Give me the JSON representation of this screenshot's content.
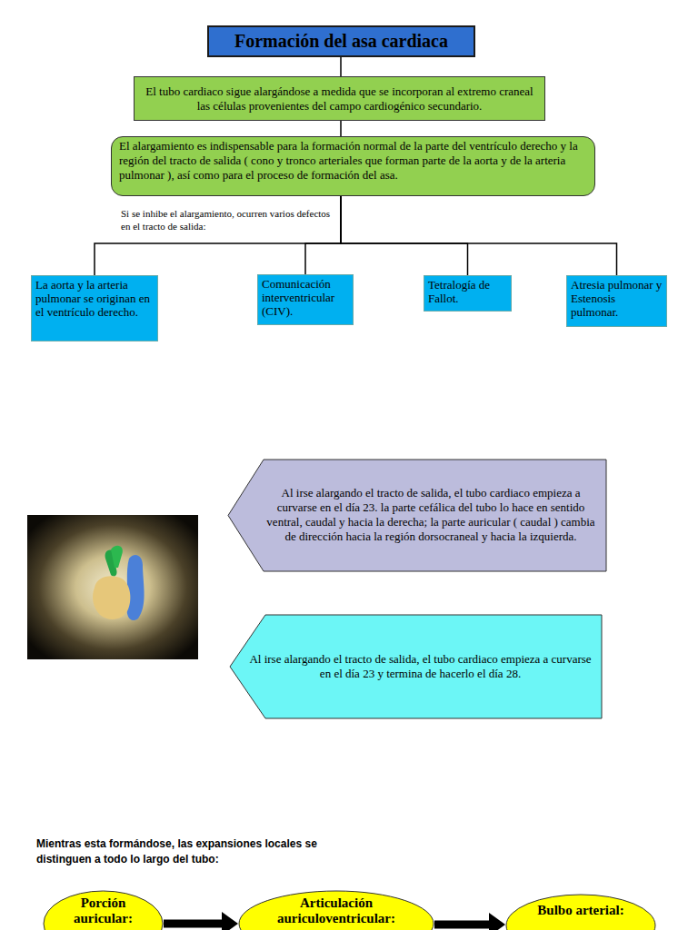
{
  "diagram": {
    "nodes": [
      {
        "text": [
          "Formación del asa cardiaca"
        ]
      },
      {
        "text": [
          "El tubo cardiaco sigue alargándose a medida que se incorporan al extremo craneal las células provenientes del campo cardiogénico secundario."
        ]
      },
      {
        "text": [
          "El alargamiento es indispensable para la formación normal de la parte del ventrículo derecho y la región del tracto de salida ( cono y tronco arteriales que forman parte de la aorta y de la arteria pulmonar ), así como para el proceso de formación del asa."
        ]
      },
      {
        "text": [
          "La aorta y la arteria pulmonar se originan en el ventrículo derecho."
        ]
      },
      {
        "text": [
          "Comunicación interventricular (CIV)."
        ]
      },
      {
        "text": [
          "Tetralogía de Fallot."
        ]
      },
      {
        "text": [
          "Atresia pulmonar y Estenosis pulmonar."
        ]
      },
      {
        "text": [
          "Al irse alargando el tracto de salida, el tubo cardiaco empieza a curvarse en el día 23. la parte cefálica del tubo lo hace en sentido ventral, caudal y hacia la derecha; la parte auricular ( caudal ) cambia de dirección hacia la región dorsocraneal y hacia la izquierda."
        ]
      },
      {
        "text": [
          "Al irse alargando el tracto de salida, el tubo cardiaco empieza a curvarse en el día 23 y termina de hacerlo el día 28."
        ]
      },
      {
        "text": [
          "Porción auricular:"
        ]
      },
      {
        "text": [
          "Articulación auriculoventricular:"
        ]
      },
      {
        "text": [
          "Bulbo arterial:"
        ]
      }
    ],
    "edges": [
      {
        "from": 0,
        "to": 1,
        "arrow": "none"
      },
      {
        "from": 1,
        "to": 2,
        "arrow": "none"
      },
      {
        "from": 2,
        "to": 3,
        "arrow": "none"
      },
      {
        "from": 2,
        "to": 4,
        "arrow": "none"
      },
      {
        "from": 2,
        "to": 5,
        "arrow": "none"
      },
      {
        "from": 2,
        "to": 6,
        "arrow": "none"
      },
      {
        "from": 9,
        "to": 10,
        "arrow": "to"
      },
      {
        "from": 10,
        "to": 11,
        "arrow": "to"
      }
    ],
    "labels": [
      "Si se inhibe el alargamiento, ocurren varios defectos en el tracto de salida:",
      "Mientras esta formándose, las expansiones locales se distinguen a todo lo largo del tubo:"
    ]
  }
}
